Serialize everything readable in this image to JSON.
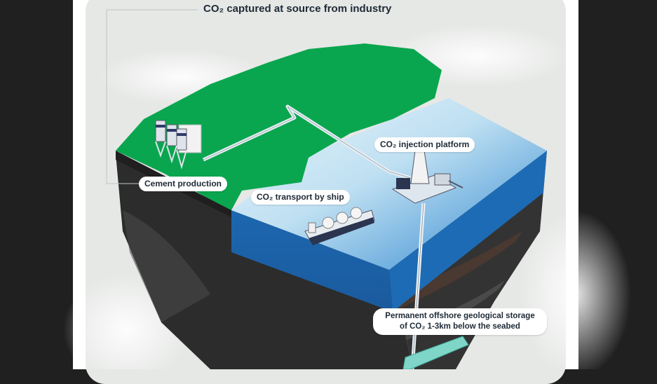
{
  "title": "CO₂ captured at source from industry",
  "labels": {
    "cement": "Cement production",
    "platform": "CO₂ injection platform",
    "ship": "CO₂ transport by ship",
    "storage_line1": "Permanent offshore geological storage",
    "storage_line2": "of CO₂ 1-3km below the seabed"
  },
  "colors": {
    "land": "#0aa64f",
    "sea": "#2b7fc9",
    "sea_light": "#bfe0f2",
    "rock_dark": "#2a2a2a",
    "storage": "#7fd6c8"
  }
}
